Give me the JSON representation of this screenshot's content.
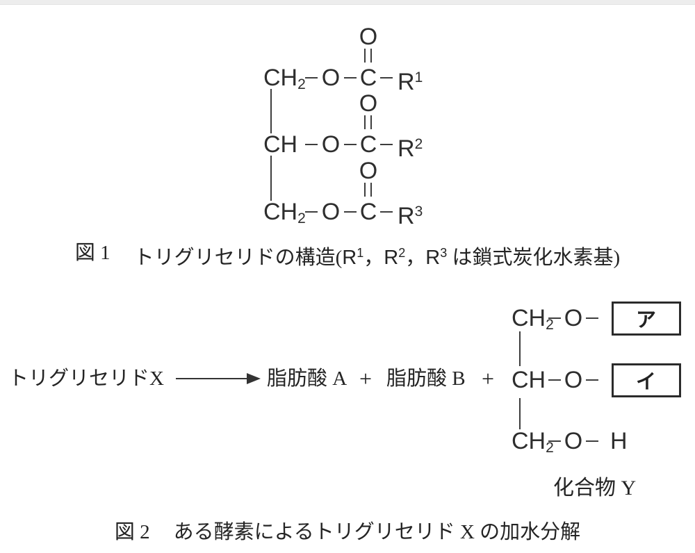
{
  "figure1": {
    "units": [
      {
        "carbonyl_o": "O",
        "c_base": "CH",
        "c_sub": "2",
        "o": "O",
        "c": "C",
        "r_base": "R",
        "r_sup": "1"
      },
      {
        "carbonyl_o": "O",
        "c_base": "CH",
        "c_sub": "",
        "o": "O",
        "c": "C",
        "r_base": "R",
        "r_sup": "2"
      },
      {
        "carbonyl_o": "O",
        "c_base": "CH",
        "c_sub": "2",
        "o": "O",
        "c": "C",
        "r_base": "R",
        "r_sup": "3"
      }
    ],
    "caption": {
      "fig_label": "図 1",
      "parts": [
        "トリグリセリドの構造(",
        "R",
        "1",
        "，",
        "R",
        "2",
        "，",
        "R",
        "3",
        " は鎖式炭化水素基)"
      ]
    }
  },
  "figure2": {
    "reaction": {
      "reactant": "トリグリセリドX",
      "product_a": "脂肪酸 A",
      "plus_1": "+",
      "product_b": "脂肪酸 B",
      "plus_2": "+"
    },
    "glycerol": {
      "rows": [
        {
          "c_base": "CH",
          "c_sub": "2",
          "o": "O",
          "box_label": "ア"
        },
        {
          "c_base": "CH",
          "c_sub": "",
          "o": "O",
          "box_label": "イ"
        },
        {
          "c_base": "CH",
          "c_sub": "2",
          "o": "O",
          "h": "H"
        }
      ],
      "compound_label": "化合物 Y"
    },
    "caption": {
      "fig_label": "図 2",
      "text": "ある酵素によるトリグリセリド X の加水分解"
    }
  }
}
